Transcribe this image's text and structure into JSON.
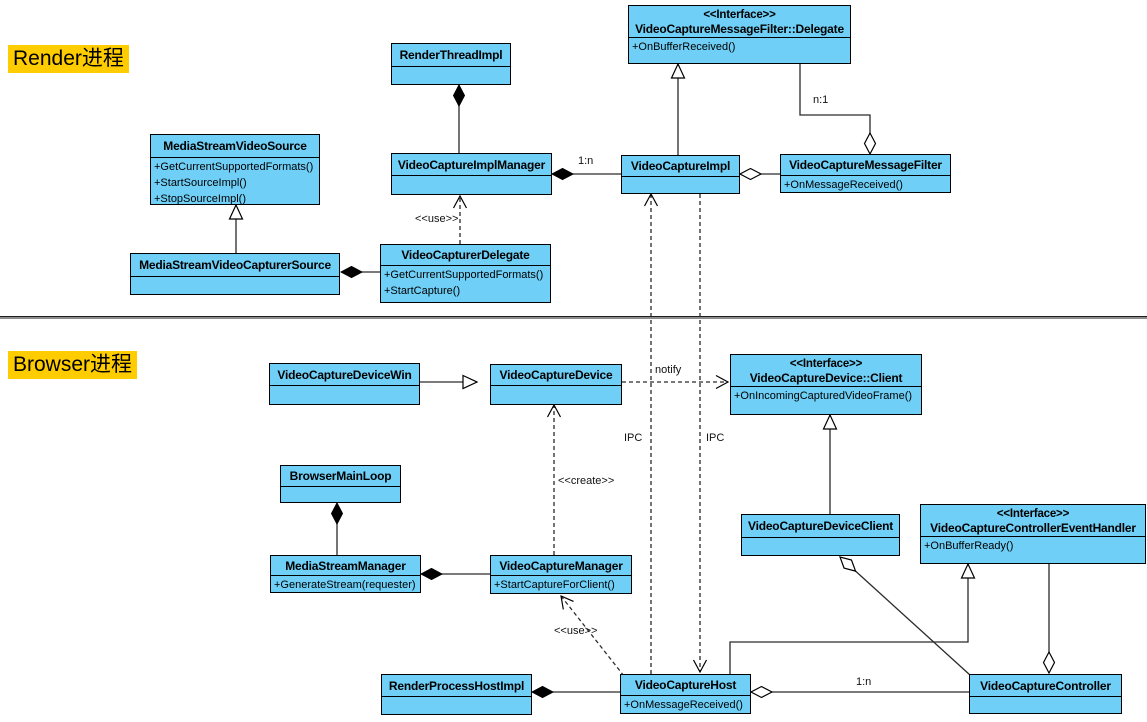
{
  "sections": {
    "render": "Render进程",
    "browser": "Browser进程"
  },
  "colors": {
    "class_fill": "#6FCFF6",
    "class_border": "#000000",
    "section_label_bg": "#FFCC00",
    "connector": "#2A2A2A"
  },
  "classes": [
    {
      "id": "render-thread-impl",
      "stereotype": "",
      "name": "RenderThreadImpl",
      "methods": []
    },
    {
      "id": "video-capture-message-filter-delegate",
      "stereotype": "<<Interface>>",
      "name": "VideoCaptureMessageFilter::Delegate",
      "methods": [
        "+OnBufferReceived()"
      ]
    },
    {
      "id": "media-stream-video-source",
      "stereotype": "",
      "name": "MediaStreamVideoSource",
      "methods": [
        "+GetCurrentSupportedFormats()",
        "+StartSourceImpl()",
        "+StopSourceImpl()"
      ]
    },
    {
      "id": "video-capture-impl-manager",
      "stereotype": "",
      "name": "VideoCaptureImplManager",
      "methods": []
    },
    {
      "id": "video-capture-impl",
      "stereotype": "",
      "name": "VideoCaptureImpl",
      "methods": []
    },
    {
      "id": "video-capture-message-filter",
      "stereotype": "",
      "name": "VideoCaptureMessageFilter",
      "methods": [
        "+OnMessageReceived()"
      ]
    },
    {
      "id": "media-stream-video-capturer-source",
      "stereotype": "",
      "name": "MediaStreamVideoCapturerSource",
      "methods": []
    },
    {
      "id": "video-capturer-delegate",
      "stereotype": "",
      "name": "VideoCapturerDelegate",
      "methods": [
        "+GetCurrentSupportedFormats()",
        "+StartCapture()"
      ]
    },
    {
      "id": "video-capture-device-win",
      "stereotype": "",
      "name": "VideoCaptureDeviceWin",
      "methods": []
    },
    {
      "id": "video-capture-device",
      "stereotype": "",
      "name": "VideoCaptureDevice",
      "methods": []
    },
    {
      "id": "video-capture-device-client-interface",
      "stereotype": "<<Interface>>",
      "name": "VideoCaptureDevice::Client",
      "methods": [
        "+OnIncomingCapturedVideoFrame()"
      ]
    },
    {
      "id": "browser-main-loop",
      "stereotype": "",
      "name": "BrowserMainLoop",
      "methods": []
    },
    {
      "id": "media-stream-manager",
      "stereotype": "",
      "name": "MediaStreamManager",
      "methods": [
        "+GenerateStream(requester)"
      ]
    },
    {
      "id": "video-capture-manager",
      "stereotype": "",
      "name": "VideoCaptureManager",
      "methods": [
        "+StartCaptureForClient()"
      ]
    },
    {
      "id": "video-capture-device-client",
      "stereotype": "",
      "name": "VideoCaptureDeviceClient",
      "methods": []
    },
    {
      "id": "video-capture-controller-event-handler",
      "stereotype": "<<Interface>>",
      "name": "VideoCaptureControllerEventHandler",
      "methods": [
        "+OnBufferReady()"
      ]
    },
    {
      "id": "render-process-host-impl",
      "stereotype": "",
      "name": "RenderProcessHostImpl",
      "methods": []
    },
    {
      "id": "video-capture-host",
      "stereotype": "",
      "name": "VideoCaptureHost",
      "methods": [
        "+OnMessageReceived()"
      ]
    },
    {
      "id": "video-capture-controller",
      "stereotype": "",
      "name": "VideoCaptureController",
      "methods": []
    }
  ],
  "edge_labels": [
    {
      "id": "mult-1n-render",
      "text": "1:n"
    },
    {
      "id": "mult-n1",
      "text": "n:1"
    },
    {
      "id": "use-render",
      "text": "<<use>>"
    },
    {
      "id": "notify",
      "text": "notify"
    },
    {
      "id": "ipc-left",
      "text": "IPC"
    },
    {
      "id": "ipc-right",
      "text": "IPC"
    },
    {
      "id": "create",
      "text": "<<create>>"
    },
    {
      "id": "use-browser",
      "text": "<<use>>"
    },
    {
      "id": "mult-1n-browser",
      "text": "1:n"
    }
  ]
}
